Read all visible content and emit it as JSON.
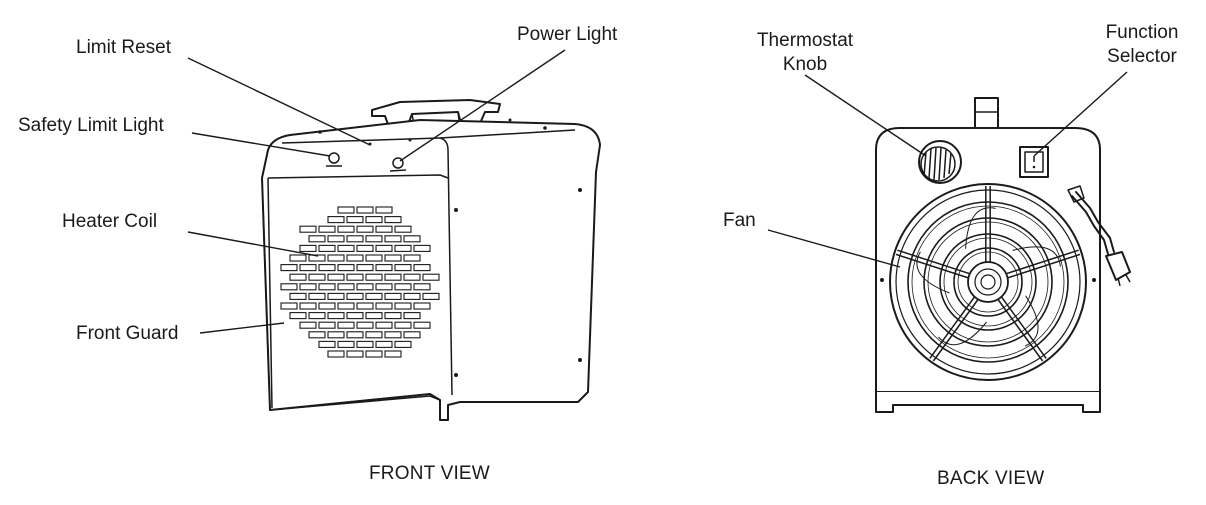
{
  "labels": {
    "limit_reset": "Limit Reset",
    "power_light": "Power Light",
    "safety_limit_light": "Safety Limit Light",
    "heater_coil": "Heater Coil",
    "front_guard": "Front Guard",
    "thermostat_knob_line1": "Thermostat",
    "thermostat_knob_line2": "Knob",
    "function_selector_line1": "Function",
    "function_selector_line2": "Selector",
    "fan": "Fan"
  },
  "views": {
    "front": "FRONT VIEW",
    "back": "BACK VIEW"
  },
  "colors": {
    "line": "#1a1a1a",
    "background": "#ffffff"
  }
}
